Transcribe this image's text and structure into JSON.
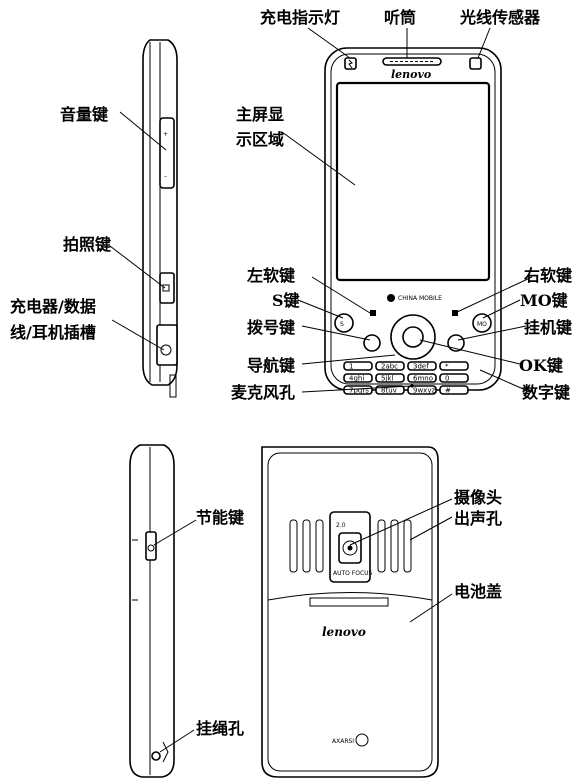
{
  "labels": {
    "charge_led": "充电指示灯",
    "earpiece": "听筒",
    "light_sensor": "光线传感器",
    "volume_key": "音量键",
    "main_screen_line1": "主屏显",
    "main_screen_line2": "示区域",
    "camera_key": "拍照键",
    "charger_port_line1": "充电器/数据",
    "charger_port_line2": "线/耳机插槽",
    "left_soft_key": "左软键",
    "right_soft_key": "右软键",
    "s_key": "S键",
    "mo_key": "MO键",
    "dial_key": "拨号键",
    "end_key": "挂机键",
    "nav_key": "导航键",
    "ok_key": "OK键",
    "microphone": "麦克风孔",
    "number_keys": "数字键",
    "power_save_key": "节能键",
    "camera": "摄像头",
    "speaker_holes": "出声孔",
    "battery_cover": "电池盖",
    "lanyard_hole": "挂绳孔"
  },
  "device_text": {
    "brand": "lenovo",
    "carrier": "CHINA MOBILE",
    "camera_mp": "2.0",
    "camera_af": "AUTO FOCUS",
    "keypad": [
      "1",
      "2abc",
      "3def",
      "*",
      "4ghi",
      "5jkl",
      "6mno",
      "0",
      "7pqrs",
      "8tuv",
      "9wxyz",
      "#"
    ],
    "maker_mark": "AXARSI"
  }
}
